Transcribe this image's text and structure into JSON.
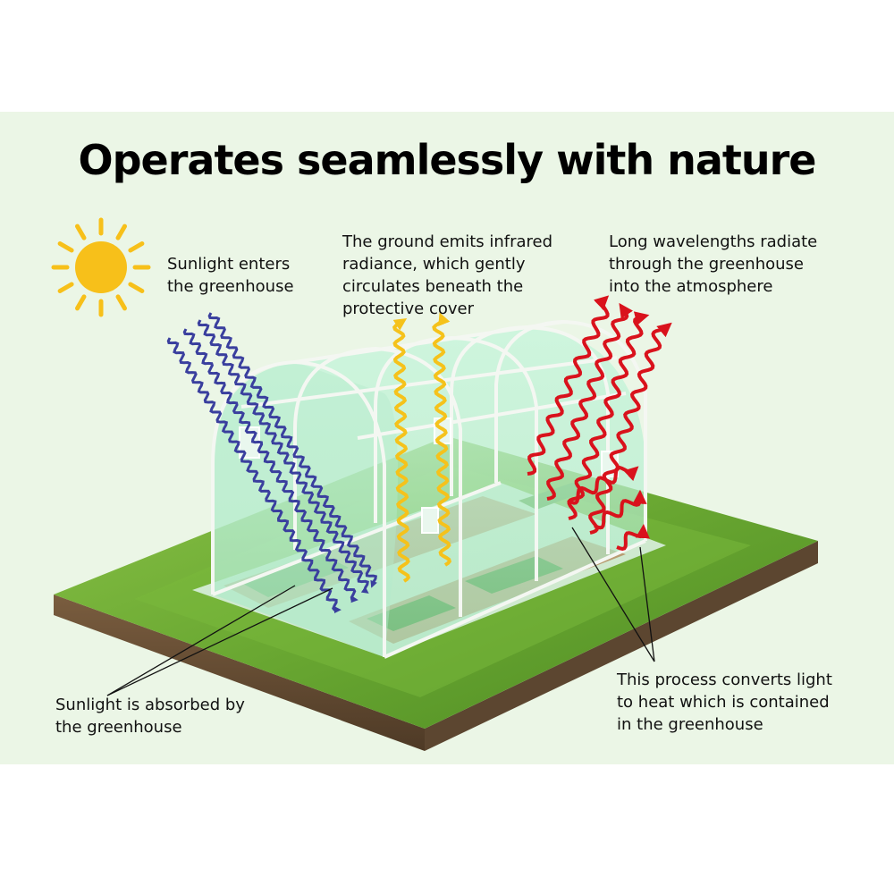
{
  "title": "Operates seamlessly with nature",
  "captions": {
    "sunlight_enters": [
      "Sunlight enters",
      "the greenhouse"
    ],
    "ground_emits": [
      "The ground emits infrared",
      "radiance, which gently",
      "circulates beneath the",
      "protective cover"
    ],
    "long_wavelengths": [
      "Long wavelengths radiate",
      "through the greenhouse",
      "into the atmosphere"
    ],
    "absorbed": [
      "Sunlight is absorbed by",
      "the greenhouse"
    ],
    "process": [
      "This process converts light",
      "to heat which is contained",
      "in the greenhouse"
    ]
  },
  "colors": {
    "background_panel": "#ebf6e6",
    "sun": "#f7c01a",
    "sunlight_wave": "#3a3f9e",
    "infrared_wave": "#f5c21b",
    "longwave": "#d9121c",
    "grass": "#6fae35",
    "soil": "#6b5238",
    "cover": "#bff0d2"
  },
  "icons": [
    "sun-icon",
    "greenhouse-illustration",
    "grass-ground-slab"
  ]
}
